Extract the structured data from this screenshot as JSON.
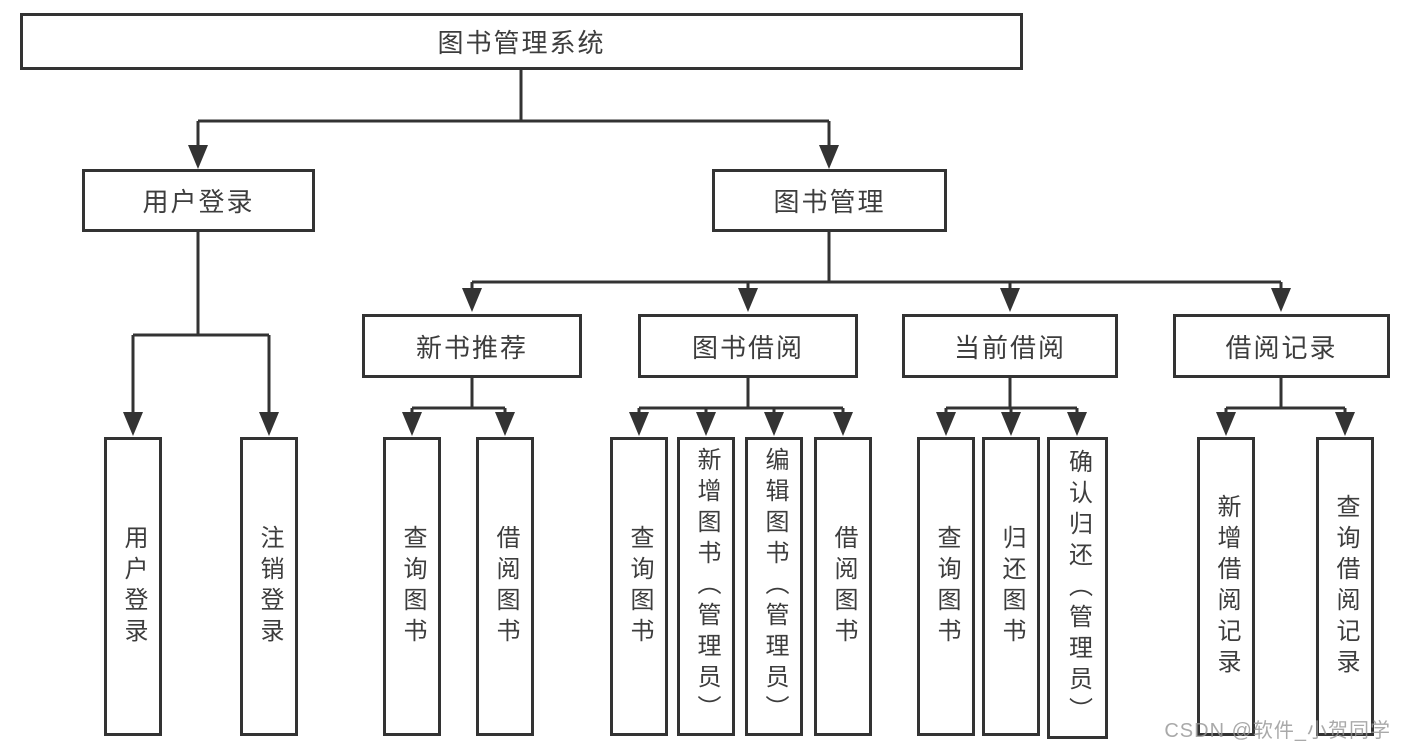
{
  "nodes": {
    "root": "图书管理系统",
    "user_login": {
      "label": "用户登录",
      "children": [
        "用户登录",
        "注销登录"
      ]
    },
    "book_management": {
      "label": "图书管理",
      "sections": {
        "new_books": {
          "label": "新书推荐",
          "children": [
            "查询图书",
            "借阅图书"
          ]
        },
        "borrowing": {
          "label": "图书借阅",
          "children": [
            "查询图书",
            "新增图书（管理员）",
            "编辑图书（管理员）",
            "借阅图书"
          ]
        },
        "current": {
          "label": "当前借阅",
          "children": [
            "查询图书",
            "归还图书",
            "确认归还（管理员）"
          ]
        },
        "records": {
          "label": "借阅记录",
          "children": [
            "新增借阅记录",
            "查询借阅记录"
          ]
        }
      }
    }
  },
  "watermark": "CSDN @软件_小贺同学",
  "colors": {
    "line": "#333333",
    "text": "#3d3d3d",
    "watermark": "#969696",
    "background": "#ffffff"
  }
}
